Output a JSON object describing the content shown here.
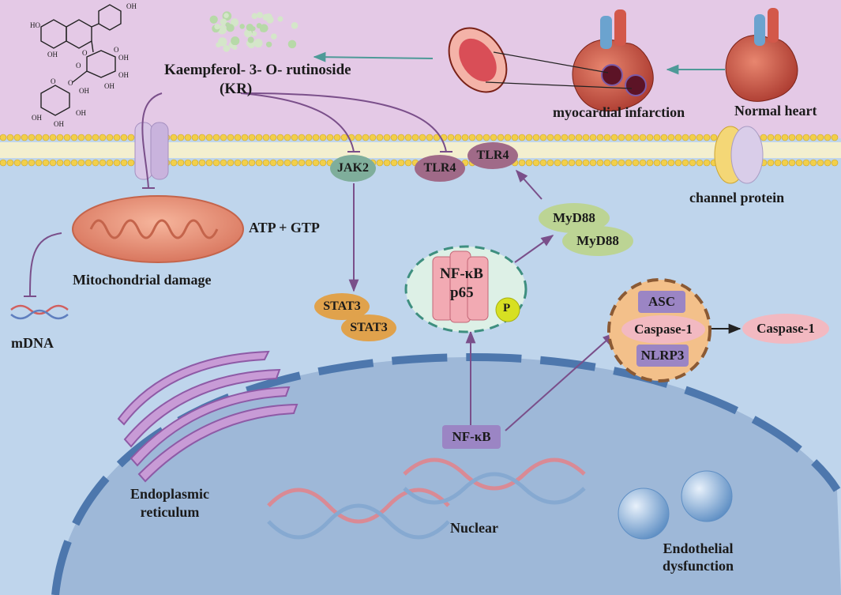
{
  "compound": {
    "name": "Kaempferol- 3- O- rutinoside",
    "abbr": "(KR)",
    "structure_labels": [
      "HO",
      "OH",
      "O",
      "OH",
      "O",
      "OH",
      "O",
      "OH",
      "OH",
      "OH",
      "O",
      "O",
      "OH",
      "OH",
      "OH"
    ]
  },
  "hearts": {
    "normal": "Normal heart",
    "infarction": "myocardial infarction"
  },
  "membrane": {
    "channel": "channel protein",
    "receptors": [
      "JAK2",
      "TLR4",
      "TLR4"
    ]
  },
  "mito": {
    "atp": "ATP + GTP",
    "damage": "Mitochondrial damage",
    "mdna": "mDNA"
  },
  "signaling": {
    "stat": [
      "STAT3",
      "STAT3"
    ],
    "myd": [
      "MyD88",
      "MyD88"
    ],
    "nfkb_complex": "NF-κB",
    "nfkb_p65": "p65",
    "phospho": "P",
    "nfkb_nuclear": "NF-κB"
  },
  "inflammasome": {
    "asc": "ASC",
    "caspase_inner": "Caspase-1",
    "nlrp3": "NLRP3",
    "caspase_out": "Caspase-1"
  },
  "organelles": {
    "er": "Endoplasmic reticulum",
    "nucleus": "Nuclear",
    "endo": "Endothelial dysfunction"
  },
  "colors": {
    "extracellular": "#e4c9e6",
    "cytoplasm": "#bfd5ec",
    "nucleus": "#9eb8d8",
    "membrane_head": "#f2cf4a",
    "jak2": "#7fae9b",
    "tlr4": "#a06a88",
    "myd88": "#bcd494",
    "stat3": "#e0a24c",
    "nfkb": "#9b85c4",
    "caspase": "#f2b9c1",
    "arrow": "#7a4f8a",
    "teal_arrow": "#4e9a98"
  }
}
